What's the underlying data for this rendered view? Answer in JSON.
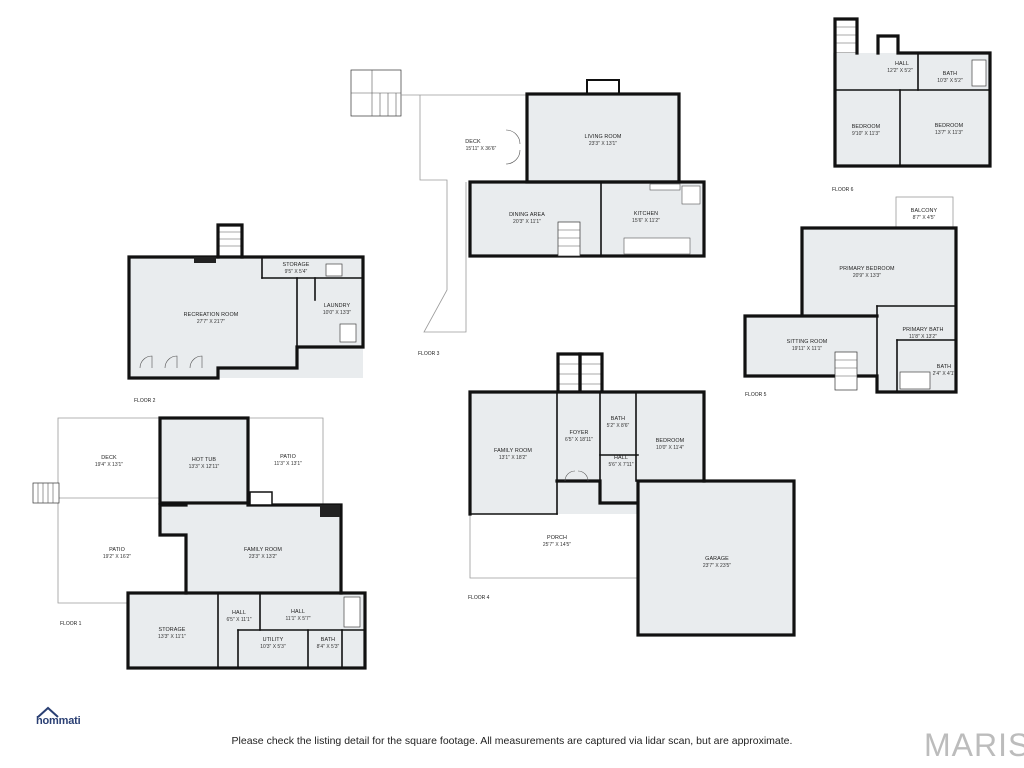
{
  "floors": [
    {
      "label": "FLOOR 1",
      "rooms": [
        {
          "name": "DECK",
          "dim": "19'4\" X 13'1\""
        },
        {
          "name": "HOT TUB",
          "dim": "13'3\" X 12'11\""
        },
        {
          "name": "PATIO",
          "dim": "11'3\" X 13'1\""
        },
        {
          "name": "PATIO",
          "dim": "19'2\" X 16'2\""
        },
        {
          "name": "FAMILY ROOM",
          "dim": "23'3\" X 13'2\""
        },
        {
          "name": "STORAGE",
          "dim": "13'3\" X 11'1\""
        },
        {
          "name": "HALL",
          "dim": "6'5\" X 11'1\""
        },
        {
          "name": "HALL",
          "dim": "11'1\" X 5'7\""
        },
        {
          "name": "UTILITY",
          "dim": "10'3\" X 5'3\""
        },
        {
          "name": "BATH",
          "dim": "8'4\" X 5'3\""
        }
      ]
    },
    {
      "label": "FLOOR 2",
      "rooms": [
        {
          "name": "STORAGE",
          "dim": "9'5\" X 5'4\""
        },
        {
          "name": "RECREATION ROOM",
          "dim": "27'7\" X 21'7\""
        },
        {
          "name": "LAUNDRY",
          "dim": "10'0\" X 13'3\""
        }
      ]
    },
    {
      "label": "FLOOR 3",
      "rooms": [
        {
          "name": "DECK",
          "dim": "15'11\" X 36'6\""
        },
        {
          "name": "LIVING ROOM",
          "dim": "23'3\" X 13'1\""
        },
        {
          "name": "DINING AREA",
          "dim": "20'3\" X 11'1\""
        },
        {
          "name": "KITCHEN",
          "dim": "15'6\" X 11'2\""
        }
      ]
    },
    {
      "label": "FLOOR 4",
      "rooms": [
        {
          "name": "FAMILY ROOM",
          "dim": "13'1\" X 18'2\""
        },
        {
          "name": "FOYER",
          "dim": "6'5\" X 18'11\""
        },
        {
          "name": "BATH",
          "dim": "5'2\" X 8'6\""
        },
        {
          "name": "BEDROOM",
          "dim": "10'0\" X 11'4\""
        },
        {
          "name": "HALL",
          "dim": "5'6\" X 7'11\""
        },
        {
          "name": "PORCH",
          "dim": "25'7\" X 14'5\""
        },
        {
          "name": "GARAGE",
          "dim": "23'7\" X 23'5\""
        }
      ]
    },
    {
      "label": "FLOOR 5",
      "rooms": [
        {
          "name": "BALCONY",
          "dim": "8'7\" X 4'5\""
        },
        {
          "name": "PRIMARY BEDROOM",
          "dim": "20'9\" X 13'3\""
        },
        {
          "name": "PRIMARY BATH",
          "dim": "11'8\" X 13'2\""
        },
        {
          "name": "SITTING ROOM",
          "dim": "19'11\" X 11'1\""
        },
        {
          "name": "BATH",
          "dim": "2'4\" X 4'1\""
        }
      ]
    },
    {
      "label": "FLOOR 6",
      "rooms": [
        {
          "name": "HALL",
          "dim": "12'2\" X 5'2\""
        },
        {
          "name": "BATH",
          "dim": "10'3\" X 5'2\""
        },
        {
          "name": "BEDROOM",
          "dim": "9'10\" X 11'3\""
        },
        {
          "name": "BEDROOM",
          "dim": "13'7\" X 11'3\""
        }
      ]
    }
  ],
  "disclaimer": "Please check the listing detail for the square footage. All measurements are captured via lidar scan, but are approximate.",
  "logo": "hommati",
  "watermark": "MARIS",
  "colors": {
    "room_fill": "#e9ecee",
    "wall": "#111111",
    "logo": "#2a3f73",
    "watermark": "#bcbcbc"
  }
}
